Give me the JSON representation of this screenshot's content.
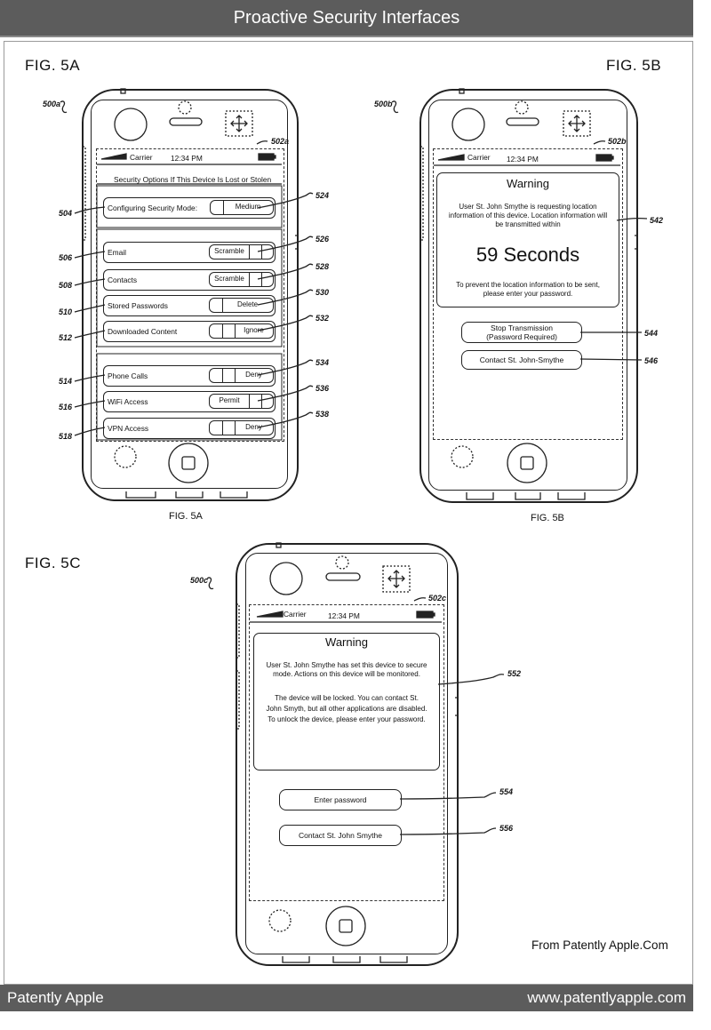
{
  "page": {
    "title": "Proactive Security Interfaces",
    "footer_left": "Patently Apple",
    "footer_right": "www.patentlyapple.com",
    "credit": "From Patently Apple.Com"
  },
  "fig5a": {
    "label": "FIG. 5A",
    "caption": "FIG. 5A",
    "device_ref": "500a",
    "screen_ref": "502a",
    "status": {
      "carrier": "Carrier",
      "time": "12:34 PM"
    },
    "heading": "Security Options If This Device Is Lost or Stolen",
    "mode_row": {
      "label": "Configuring Security Mode:",
      "value": "Medium",
      "ref_left": "504",
      "ref_right": "524"
    },
    "rows": [
      {
        "label": "Email",
        "value": "Scramble",
        "ref_left": "506",
        "ref_right": "526"
      },
      {
        "label": "Contacts",
        "value": "Scramble",
        "ref_left": "508",
        "ref_right": "528"
      },
      {
        "label": "Stored Passwords",
        "value": "Delete",
        "ref_left": "510",
        "ref_right": "530"
      },
      {
        "label": "Downloaded Content",
        "value": "Ignore",
        "ref_left": "512",
        "ref_right": "532"
      },
      {
        "label": "Phone Calls",
        "value": "Deny",
        "ref_left": "514",
        "ref_right": "534"
      },
      {
        "label": "WiFi Access",
        "value": "Permit",
        "ref_left": "516",
        "ref_right": "536"
      },
      {
        "label": "VPN Access",
        "value": "Deny",
        "ref_left": "518",
        "ref_right": "538"
      }
    ]
  },
  "fig5b": {
    "label": "FIG. 5B",
    "caption": "FIG. 5B",
    "device_ref": "500b",
    "screen_ref": "502b",
    "status": {
      "carrier": "Carrier",
      "time": "12:34 PM"
    },
    "warning_title": "Warning",
    "message_line1": "User St. John Smythe is requesting location",
    "message_line2": "information of this device.  Location information will",
    "message_line3": "be transmitted within",
    "countdown": "59 Seconds",
    "prevent_line1": "To prevent the location information to be sent,",
    "prevent_line2": "please enter your password.",
    "warning_ref": "542",
    "stop_line1": "Stop Transmission",
    "stop_line2": "(Password Required)",
    "stop_ref": "544",
    "contact": "Contact St. John-Smythe",
    "contact_ref": "546"
  },
  "fig5c": {
    "label": "FIG. 5C",
    "device_ref": "500c",
    "screen_ref": "502c",
    "status": {
      "carrier": "Carrier",
      "time": "12:34 PM"
    },
    "warning_title": "Warning",
    "message_line1": "User St. John Smythe has set this device to secure",
    "message_line2": "mode.  Actions on this device will be monitored.",
    "locked_line1": "The device will be locked.  You can contact St.",
    "locked_line2": "John Smyth, but all other applications are disabled.",
    "locked_line3": "To unlock the device, please enter your password.",
    "warning_ref": "552",
    "password": "Enter password",
    "password_ref": "554",
    "contact": "Contact St. John Smythe",
    "contact_ref": "556"
  }
}
